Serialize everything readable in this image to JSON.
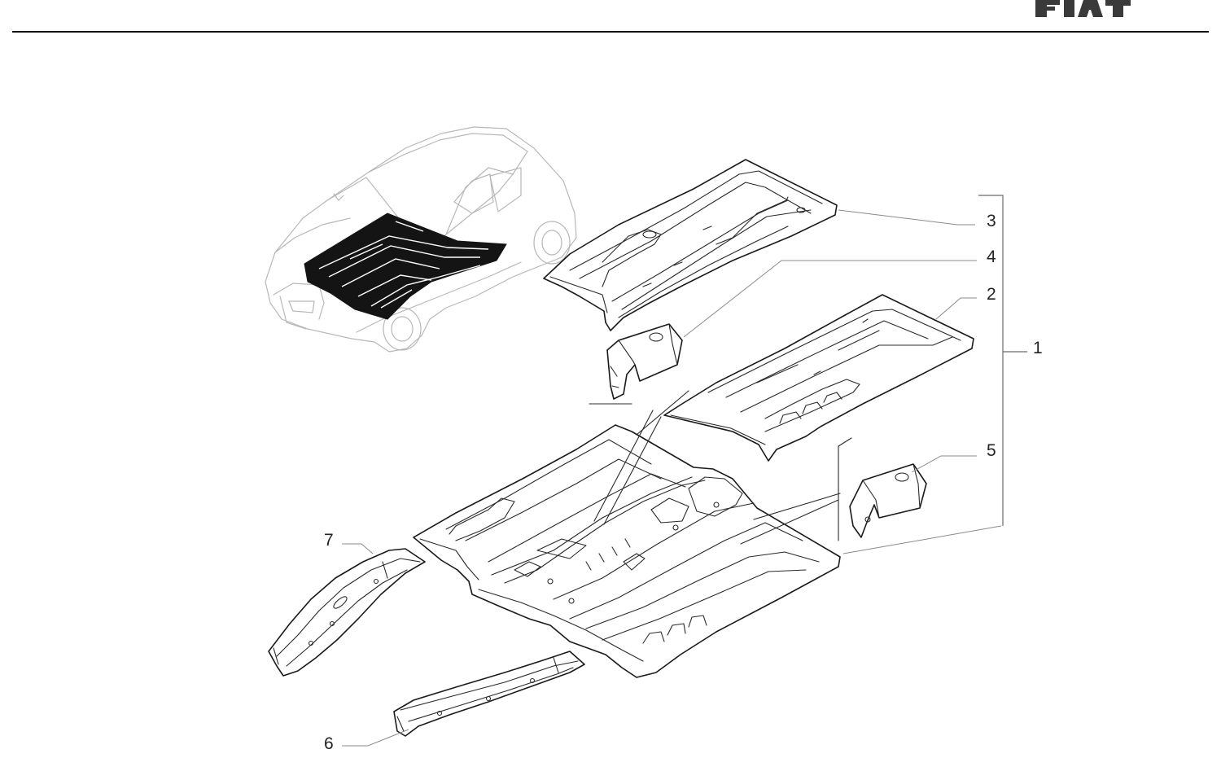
{
  "brand": {
    "logo_text": "FIAT"
  },
  "diagram": {
    "callouts": [
      {
        "id": "c1",
        "label": "1"
      },
      {
        "id": "c2",
        "label": "2"
      },
      {
        "id": "c3",
        "label": "3"
      },
      {
        "id": "c4",
        "label": "4"
      },
      {
        "id": "c5",
        "label": "5"
      },
      {
        "id": "c6",
        "label": "6"
      },
      {
        "id": "c7",
        "label": "7"
      }
    ]
  }
}
